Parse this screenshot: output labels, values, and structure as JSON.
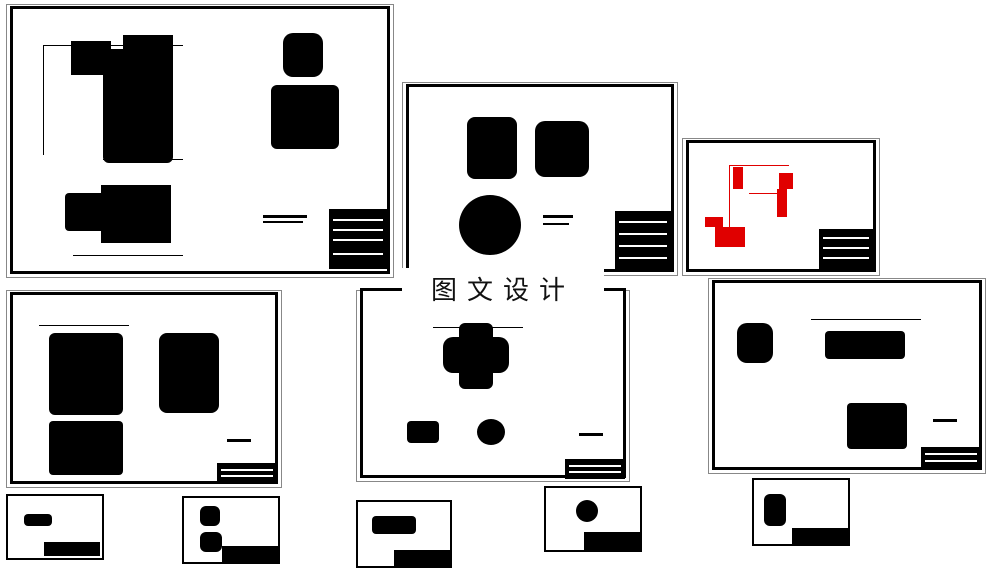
{
  "watermark": {
    "text": "图文设计"
  },
  "sheets": [
    {
      "id": "assembly-drawing-main"
    },
    {
      "id": "part-drawing-center-top"
    },
    {
      "id": "hydraulic-schematic-red"
    },
    {
      "id": "part-drawing-left-mid"
    },
    {
      "id": "part-drawing-center-mid"
    },
    {
      "id": "part-drawing-right-mid"
    },
    {
      "id": "thumbnail-1"
    },
    {
      "id": "thumbnail-2"
    },
    {
      "id": "thumbnail-3"
    },
    {
      "id": "thumbnail-4"
    },
    {
      "id": "thumbnail-5"
    }
  ],
  "colors": {
    "ink": "#000000",
    "accent_red": "#e00000",
    "paper": "#ffffff"
  }
}
